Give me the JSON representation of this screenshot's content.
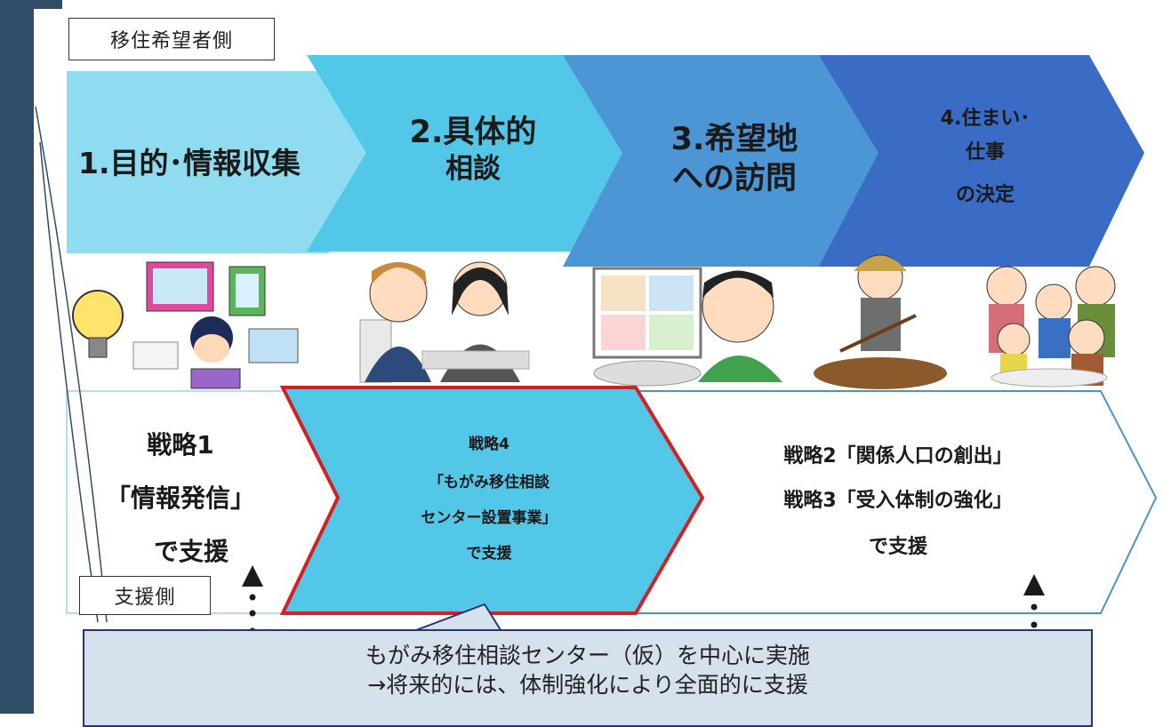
{
  "labels": {
    "applicant_side": "移住希望者側",
    "support_side": "支援側"
  },
  "steps": [
    {
      "lines": [
        "1.目的･情報収集"
      ],
      "color": "#8fdcf0"
    },
    {
      "lines": [
        "2.具体的",
        "相談"
      ],
      "color": "#53c7e7"
    },
    {
      "lines": [
        "3.希望地",
        "への訪問"
      ],
      "color": "#4c96d6"
    },
    {
      "lines": [
        "4.住まい･",
        "仕事",
        "の決定"
      ],
      "color": "#3a6cc6"
    }
  ],
  "strategies": [
    {
      "lines": [
        "戦略1",
        "「情報発信」",
        "で支援"
      ]
    },
    {
      "lines": [
        "戦略4",
        "「もがみ移住相談",
        "センター設置事業」",
        "で支援"
      ]
    },
    {
      "lines": [
        "戦略2「関係人口の創出」",
        "戦略3「受入体制の強化」",
        "で支援"
      ]
    }
  ],
  "callout": {
    "line1": "もがみ移住相談センター（仮）を中心に実施",
    "line2": "→将来的には、体制強化により全面的に支援"
  },
  "colors": {
    "sidebar": "#2f4d67",
    "highlight_border": "#d42020",
    "highlight_fill": "#53c7e7",
    "outline": "#4b93c6",
    "callout_fill": "#d5e1ec",
    "callout_border": "#25357a"
  }
}
